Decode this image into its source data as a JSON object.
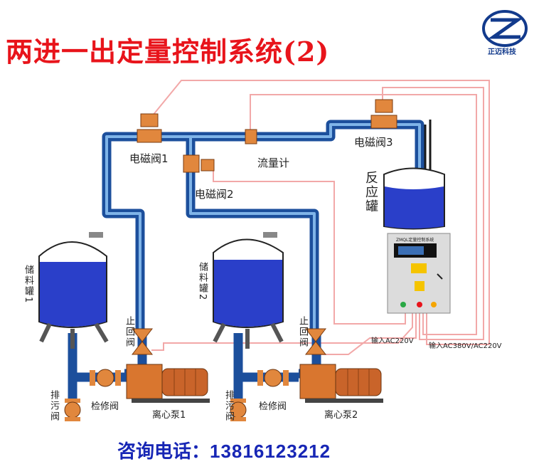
{
  "title": "两进一出定量控制系统(2)",
  "logo": {
    "text": "正迈科技",
    "icon": "zm-logo-icon",
    "color": "#123a8c"
  },
  "colors": {
    "pipe": "#1c4f9c",
    "wire": "#f2a8a8",
    "tank_liquid": "#2a3fc9",
    "title": "#e8141b",
    "footer": "#1726b5"
  },
  "labels": {
    "valve1": "电磁阀1",
    "valve2": "电磁阀2",
    "valve3": "电磁阀3",
    "flowmeter": "流量计",
    "reactor": "反应罐",
    "tank1": "储料罐1",
    "tank2": "储料罐2",
    "check1": "止回阀",
    "check2": "止回阀",
    "maint1": "检修阀",
    "maint2": "检修阀",
    "drain1": "排污阀",
    "drain2": "排污阀",
    "pump1": "离心泵1",
    "pump2": "离心泵2",
    "input1": "输入AC220V",
    "input2": "输入AC380V/AC220V"
  },
  "cabinet": {
    "header": "ZMQL定量控制系统"
  },
  "footer": {
    "label": "咨询电话：",
    "phone": "13816123212"
  }
}
